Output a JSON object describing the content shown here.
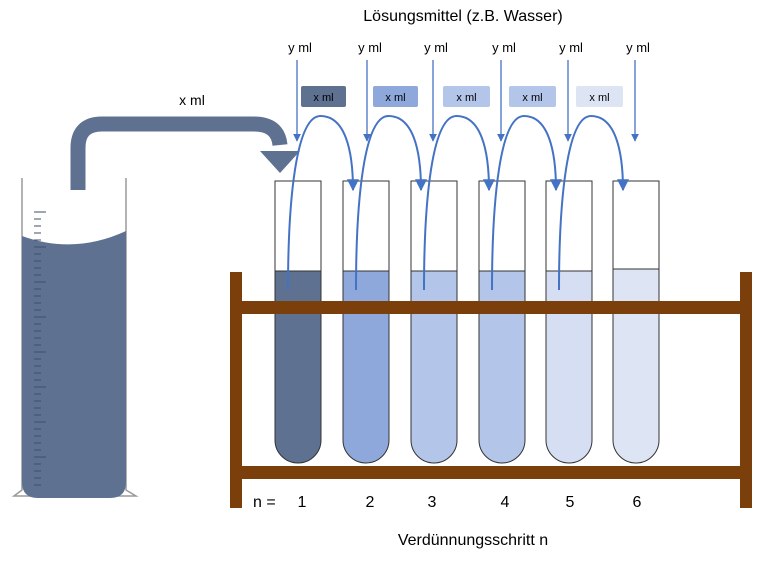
{
  "title": "Lösungsmittel (z.B. Wasser)",
  "solvent_label": "y ml",
  "transfer_label": "x ml",
  "n_prefix": "n =",
  "bottom_label": "Verdünnungsschritt n",
  "steps": [
    {
      "n": "1",
      "color": "#5f7191"
    },
    {
      "n": "2",
      "color": "#8ea8dc"
    },
    {
      "n": "3",
      "color": "#b3c5e8"
    },
    {
      "n": "4",
      "color": "#b3c5e8"
    },
    {
      "n": "5",
      "color": "#d5def2"
    },
    {
      "n": "6",
      "color": "#dde5f4"
    }
  ],
  "chips": [
    {
      "label": "x ml",
      "color": "#5f7191"
    },
    {
      "label": "x ml",
      "color": "#8ea8dc"
    },
    {
      "label": "x ml",
      "color": "#b3c5e8"
    },
    {
      "label": "x ml",
      "color": "#b3c5e8"
    },
    {
      "label": "x ml",
      "color": "#dde5f4"
    }
  ],
  "colors": {
    "rack": "#7b3f0c",
    "arrow_blue": "#4472c4",
    "cylinder_liquid": "#5f7191",
    "transfer_pipe": "#5f7191"
  }
}
